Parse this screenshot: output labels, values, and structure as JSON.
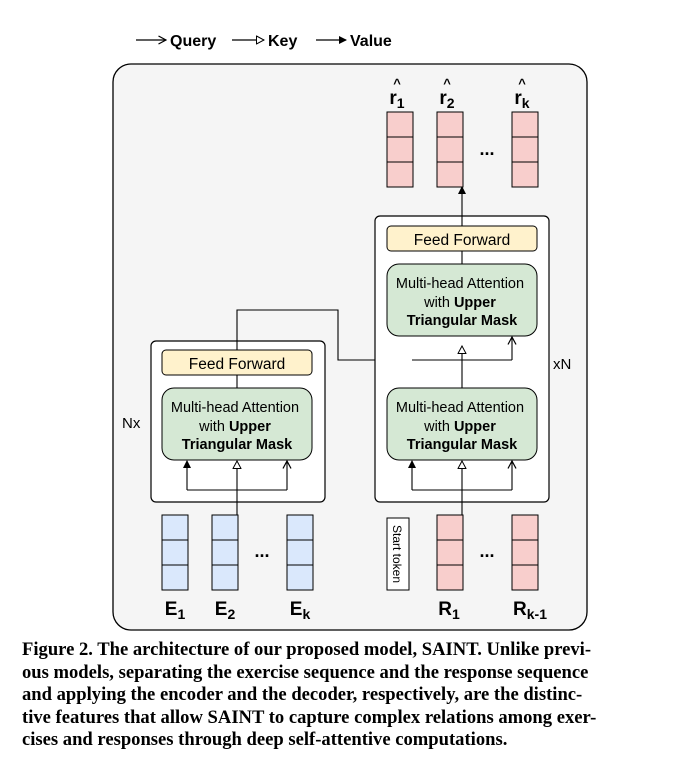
{
  "legend": {
    "query": "Query",
    "key": "Key",
    "value": "Value"
  },
  "encoder": {
    "repeat_label": "Nx",
    "feed_forward": "Feed Forward",
    "attention": {
      "line1": "Multi-head Attention",
      "line2_prefix": "with ",
      "line2_bold": "Upper",
      "line3": "Triangular Mask"
    },
    "inputs": [
      {
        "base": "E",
        "sub": "1"
      },
      {
        "base": "E",
        "sub": "2"
      },
      {
        "base": "E",
        "sub": "k"
      }
    ],
    "ellipsis": "..."
  },
  "decoder": {
    "repeat_label": "xN",
    "feed_forward": "Feed Forward",
    "attention_upper": {
      "line1": "Multi-head Attention",
      "line2_prefix": "with ",
      "line2_bold": "Upper",
      "line3": "Triangular Mask"
    },
    "attention_lower": {
      "line1": "Multi-head Attention",
      "line2_prefix": "with ",
      "line2_bold": "Upper",
      "line3": "Triangular Mask"
    },
    "start_token": "Start token",
    "inputs": [
      {
        "base": "R",
        "sub": "1"
      },
      {
        "base": "R",
        "sub": "k-1"
      }
    ],
    "ellipsis": "..."
  },
  "outputs": {
    "items": [
      {
        "base": "r",
        "hat": "^",
        "sub": "1"
      },
      {
        "base": "r",
        "hat": "^",
        "sub": "2"
      },
      {
        "base": "r",
        "hat": "^",
        "sub": "k"
      }
    ],
    "ellipsis": "..."
  },
  "colors": {
    "encoder_input_fill": "#dae8fc",
    "decoder_input_fill": "#f8cecc",
    "feed_forward_fill": "#fff2cc",
    "attention_fill": "#d5e8d4",
    "panel_fill": "#f5f5f5"
  },
  "caption": {
    "lines": [
      "Figure 2. The architecture of our proposed model, SAINT. Unlike previ-",
      "ous models, separating the exercise sequence and the response sequence",
      "and applying the encoder and the decoder, respectively, are the distinc-",
      "tive features that allow SAINT to capture complex relations among exer-",
      "cises and responses through deep self-attentive computations."
    ]
  }
}
